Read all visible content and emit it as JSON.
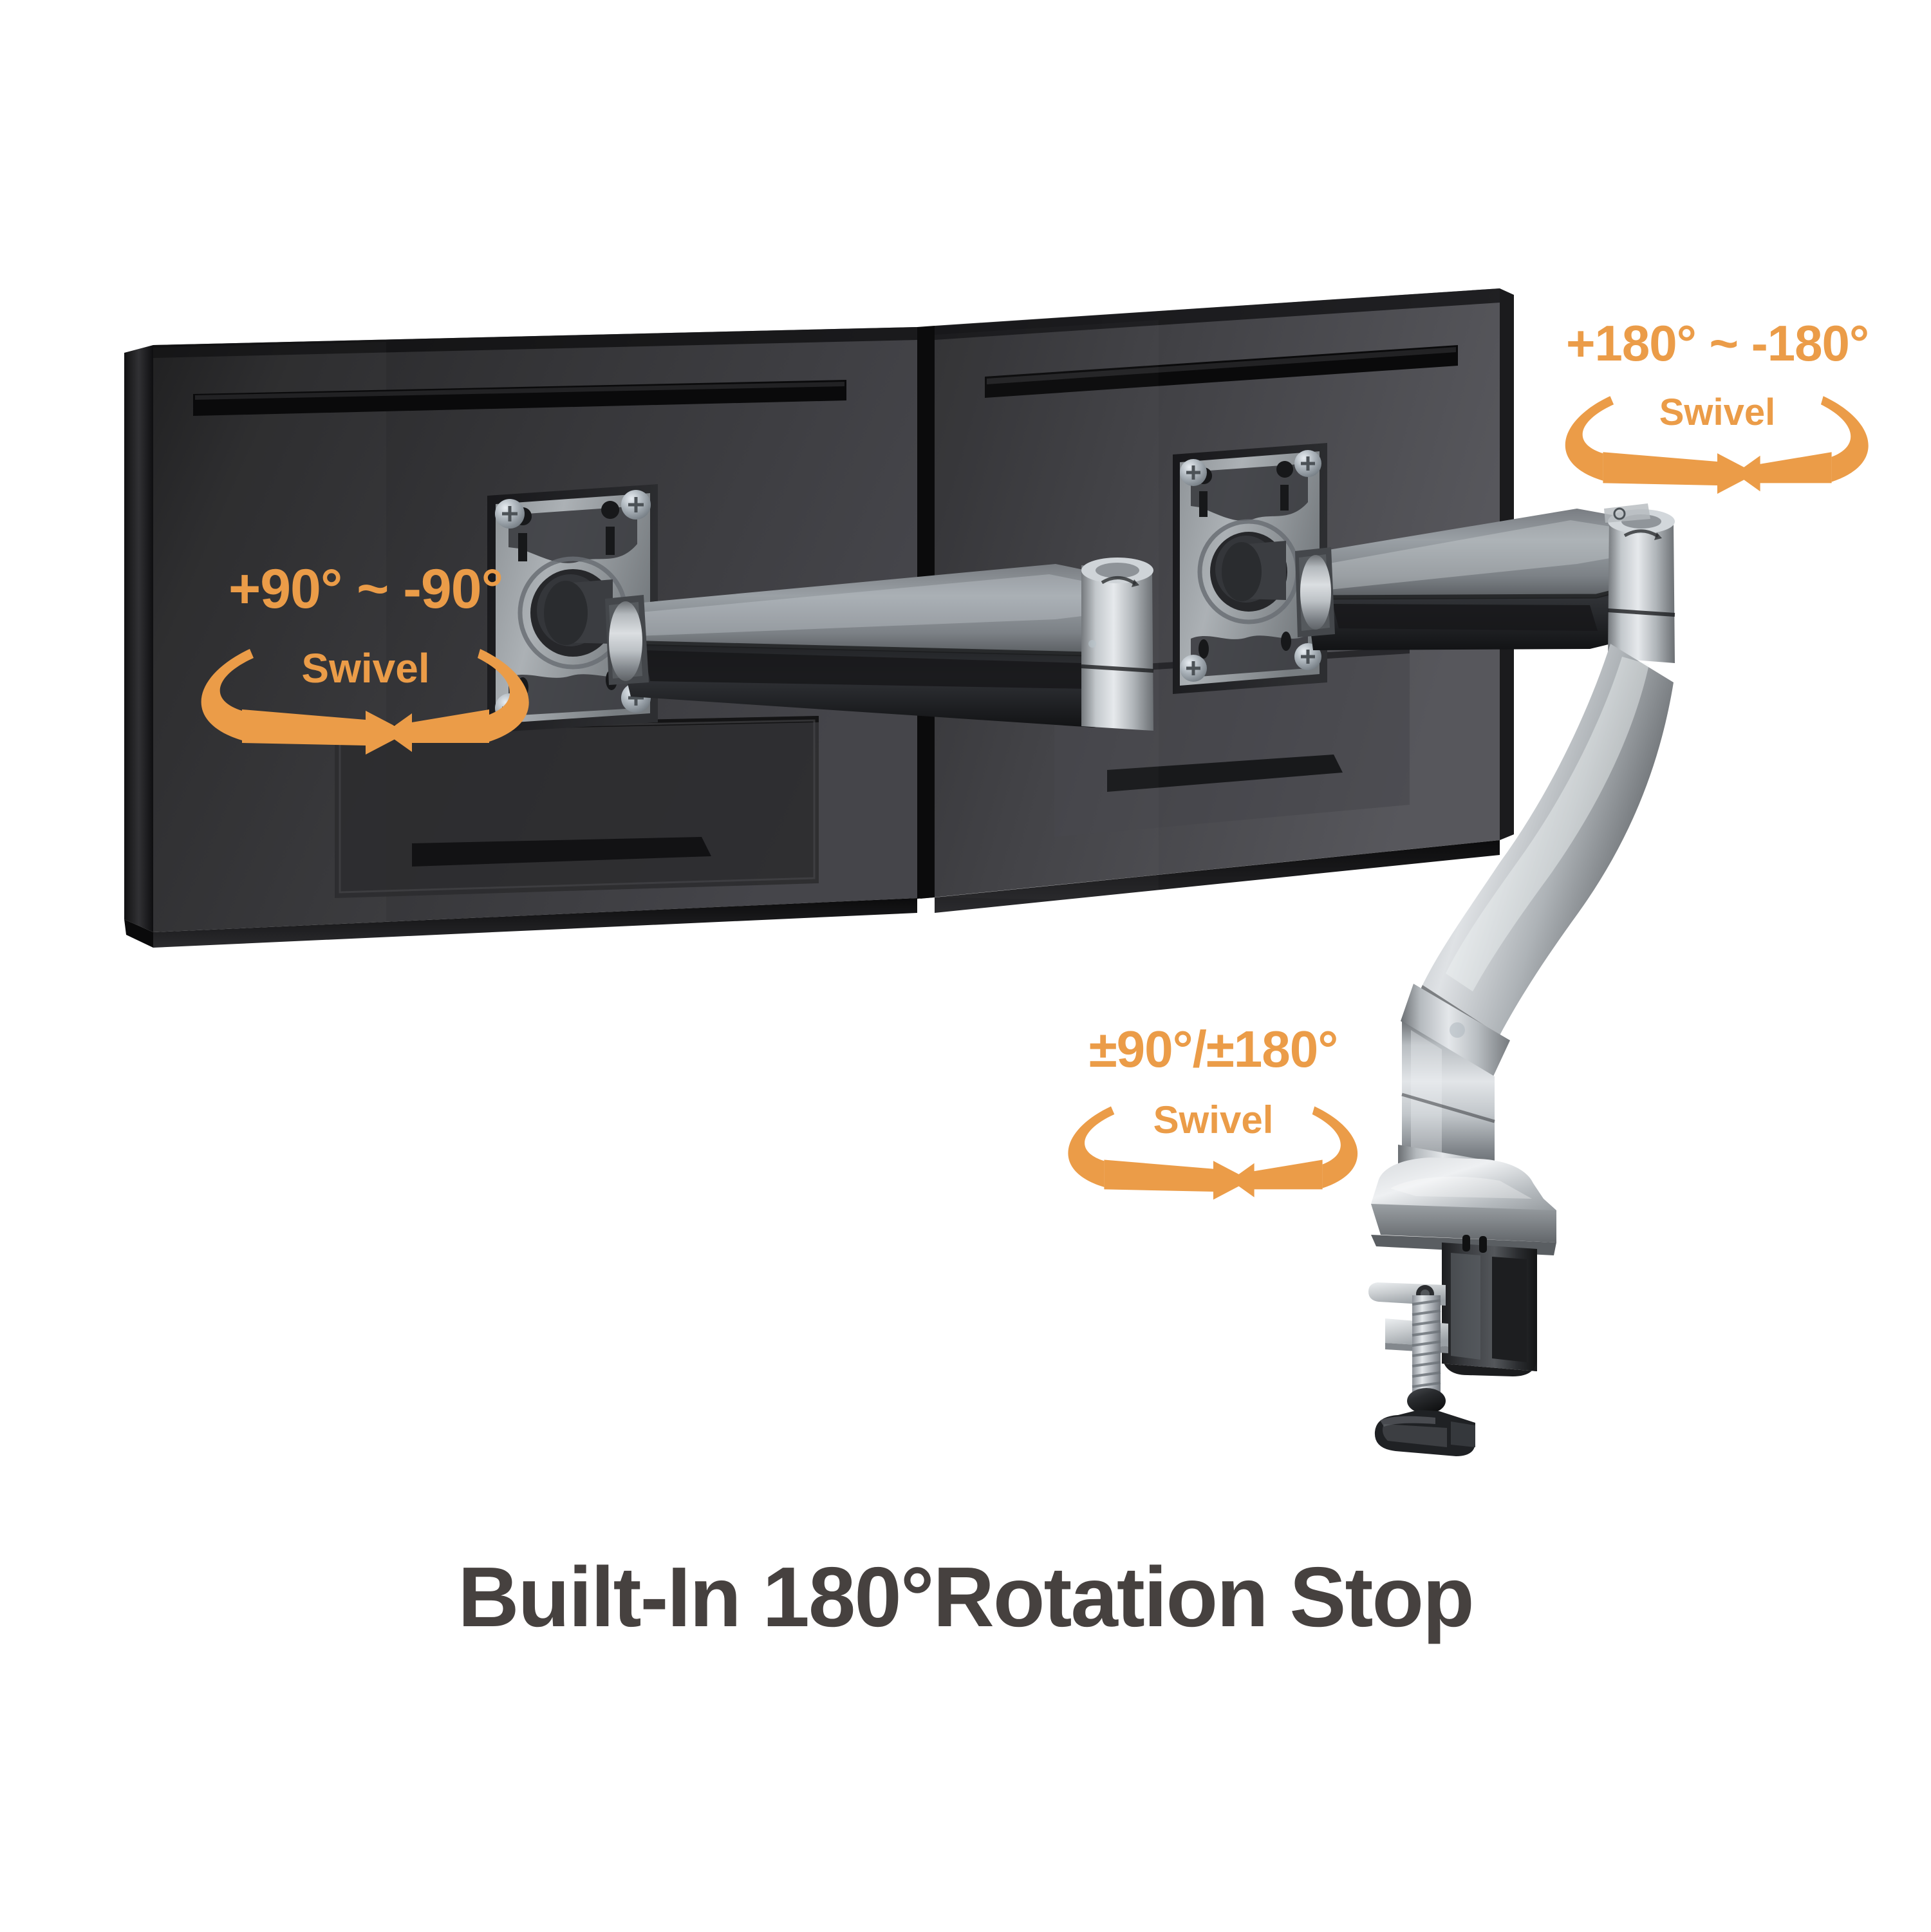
{
  "page": {
    "background_color": "#ffffff",
    "accent_color": "#eb9c48",
    "caption_color": "#46413f",
    "title": "Built-In 180°Rotation Stop"
  },
  "caption": {
    "text": "Built-In 180°Rotation Stop"
  },
  "annotations": [
    {
      "id": "monitor-left-swivel",
      "degrees": "+90° ~ -90°",
      "label": "Swivel",
      "icon": "curved-double-arrow-icon",
      "color": "#eb9c48",
      "on_surface": "monitor-back-dark"
    },
    {
      "id": "monitor-right-swivel",
      "degrees": "+180° ~ -180°",
      "label": "Swivel",
      "icon": "curved-double-arrow-icon",
      "color": "#eb9c48",
      "on_surface": "white-background"
    },
    {
      "id": "base-swivel",
      "degrees": "±90°/±180°",
      "label": "Swivel",
      "icon": "curved-double-arrow-icon",
      "color": "#eb9c48",
      "on_surface": "white-background"
    }
  ],
  "product": {
    "name": "dual-monitor-gas-spring-desk-mount",
    "monitors": [
      {
        "id": "monitor-left",
        "finish": "matte-black",
        "vesa_plate": "vesa-plate-left",
        "screws": 4
      },
      {
        "id": "monitor-right",
        "finish": "matte-black",
        "vesa_plate": "vesa-plate-right",
        "screws": 4
      }
    ],
    "arms": [
      {
        "id": "arm-left",
        "finish": "silver-aluminium"
      },
      {
        "id": "arm-right",
        "finish": "silver-aluminium"
      }
    ],
    "mount": {
      "post": "center-post",
      "base": "desk-base-plate",
      "clamp": "c-clamp",
      "bolt": "clamp-threaded-bolt",
      "knob": "clamp-tightening-knob"
    }
  }
}
